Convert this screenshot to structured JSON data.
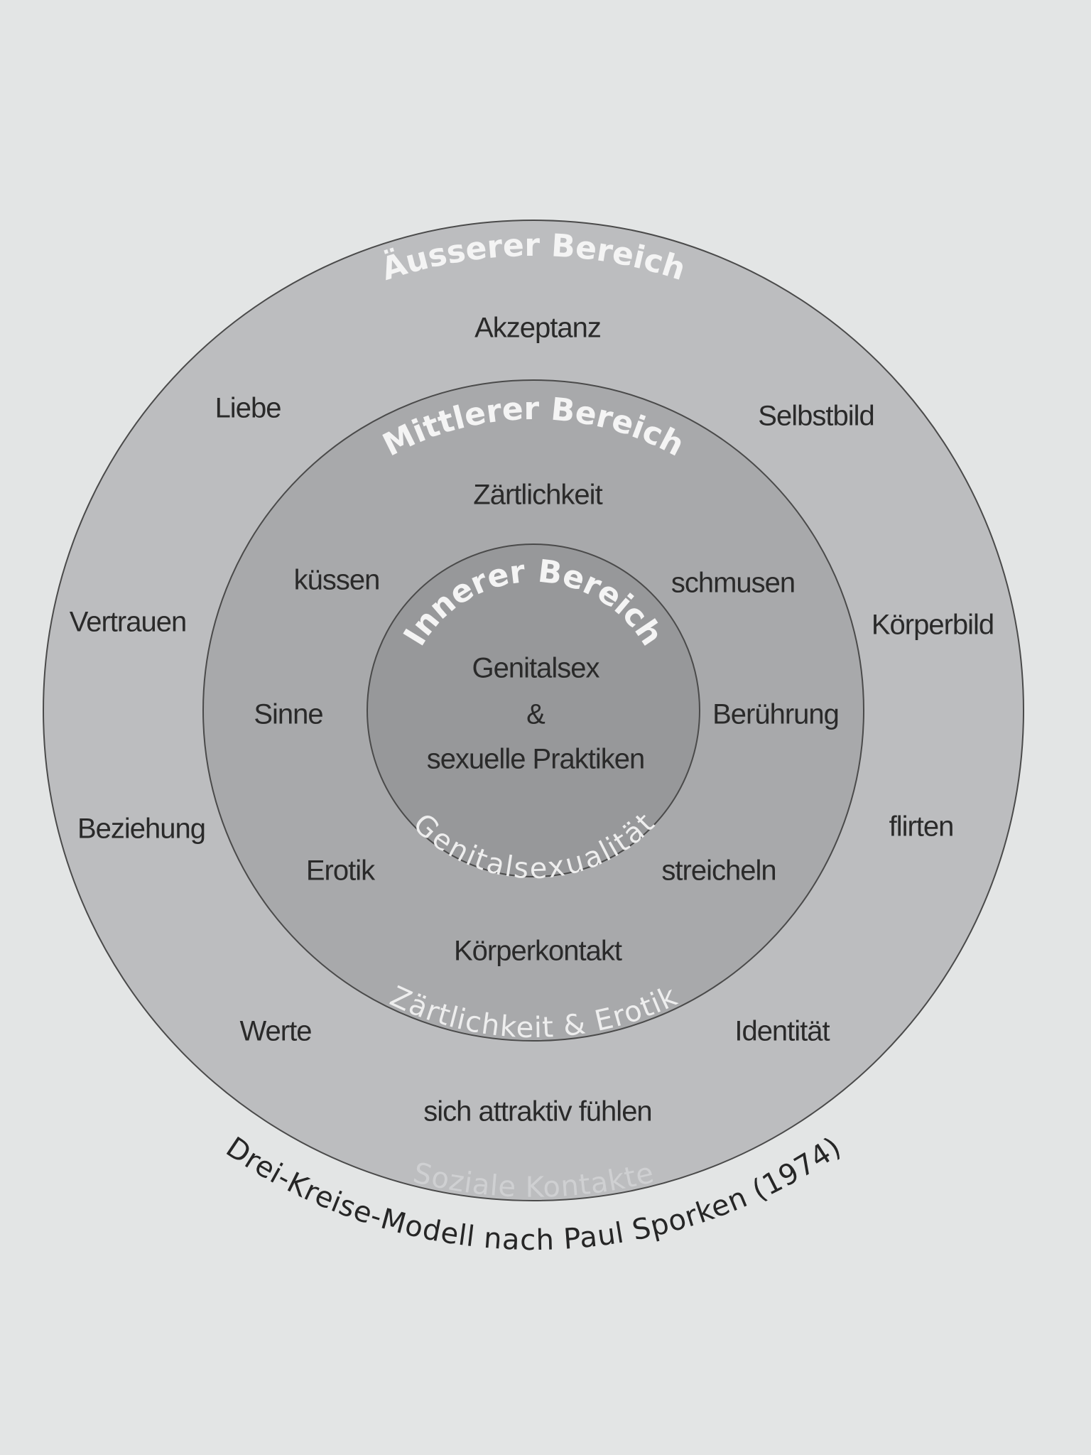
{
  "diagram": {
    "caption": "Drei-Kreise-Modell nach Paul Sporken (1974)",
    "outer": {
      "title": "Äusserer Bereich",
      "subtitle": "Soziale Kontakte",
      "items": [
        "Akzeptanz",
        "Liebe",
        "Selbstbild",
        "Vertrauen",
        "Körperbild",
        "Beziehung",
        "flirten",
        "Werte",
        "Identität",
        "sich attraktiv fühlen"
      ]
    },
    "middle": {
      "title": "Mittlerer Bereich",
      "subtitle": "Zärtlichkeit & Erotik",
      "items": [
        "Zärtlichkeit",
        "küssen",
        "schmusen",
        "Sinne",
        "Berührung",
        "Erotik",
        "streicheln",
        "Körperkontakt"
      ]
    },
    "inner": {
      "title": "Innerer Bereich",
      "subtitle": "Genitalsexualität",
      "lines": [
        "Genitalsex",
        "&",
        "sexuelle Praktiken"
      ]
    },
    "colors": {
      "page": "#e3e5e5",
      "outer": "#bcbdbf",
      "middle": "#a8a9ab",
      "inner": "#97989a",
      "stroke": "#4a4a4a"
    }
  }
}
